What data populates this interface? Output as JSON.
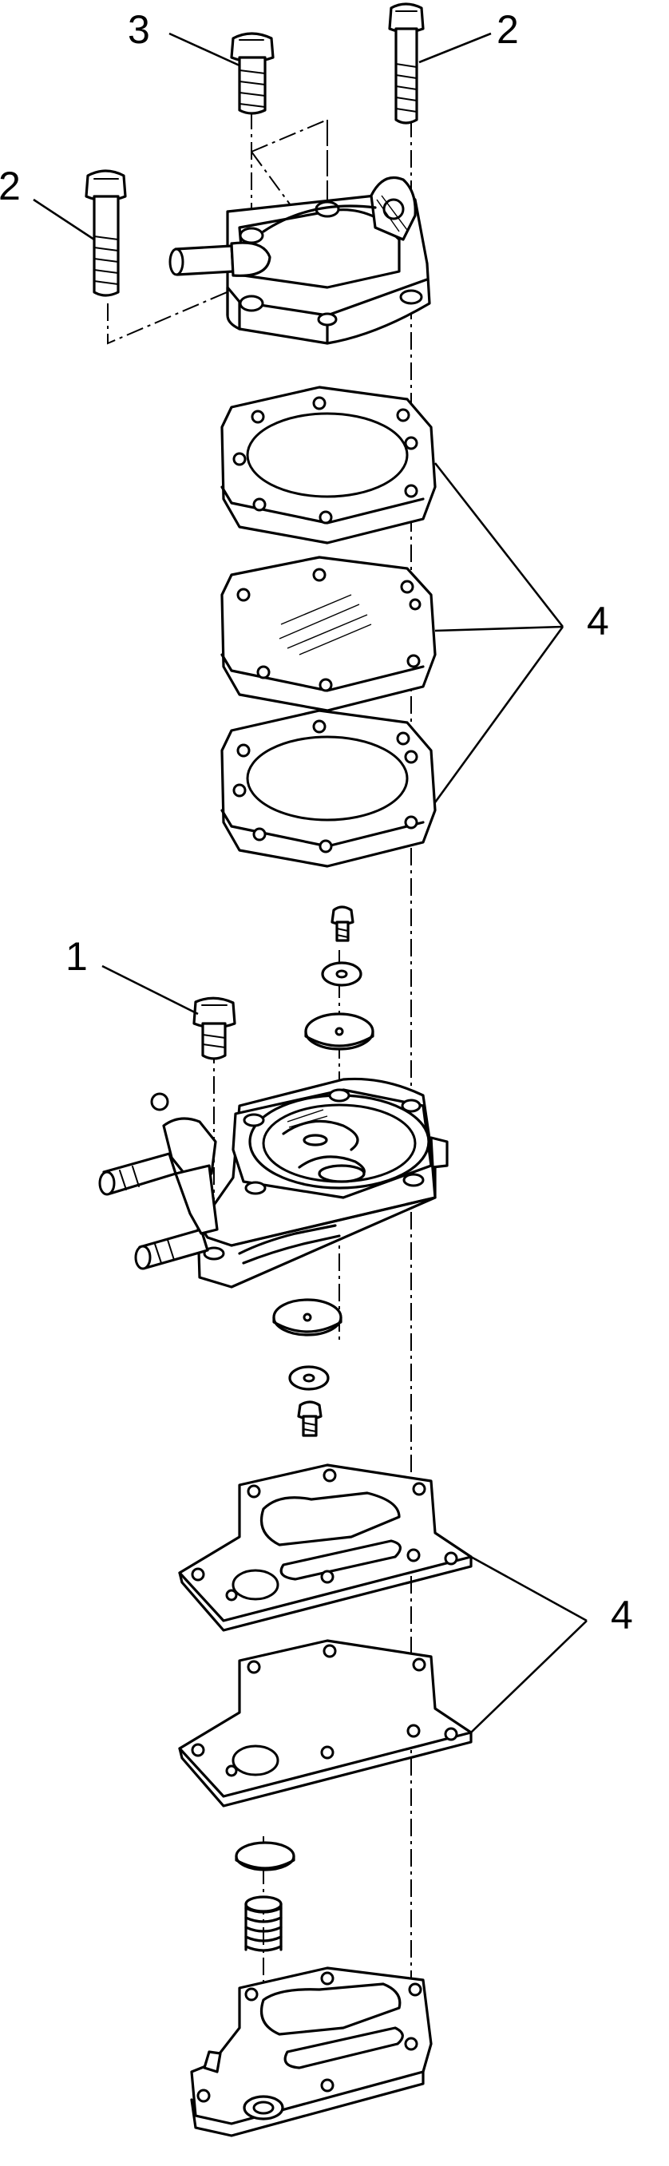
{
  "callouts": {
    "c3_top": "3",
    "c2_top_right": "2",
    "c2_left": "2",
    "c4_upper": "4",
    "c1": "1",
    "c4_lower": "4"
  },
  "colors": {
    "line": "#000000",
    "background": "#ffffff"
  }
}
